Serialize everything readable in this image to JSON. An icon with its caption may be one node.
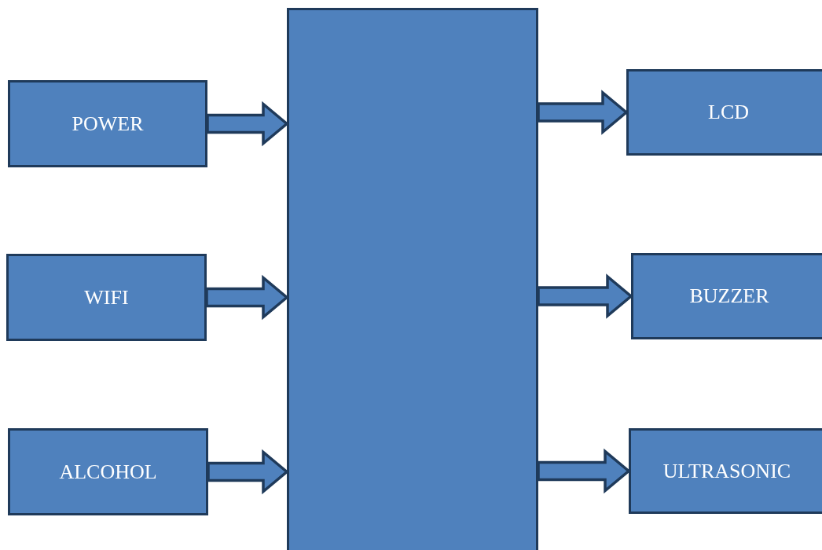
{
  "diagram": {
    "nodes": [
      {
        "text": [
          "POWER"
        ]
      },
      {
        "text": [
          "WIFI"
        ]
      },
      {
        "text": [
          "ALCOHOL"
        ]
      },
      {
        "text": [],
        "shape": "box"
      },
      {
        "text": [
          "LCD"
        ]
      },
      {
        "text": [
          "BUZZER"
        ]
      },
      {
        "text": [
          "ULTRASONIC"
        ]
      }
    ],
    "edges": [
      {
        "from": 0,
        "to": 3,
        "arrow": "to"
      },
      {
        "from": 1,
        "to": 3,
        "arrow": "to"
      },
      {
        "from": 2,
        "to": 3,
        "arrow": "to"
      },
      {
        "from": 3,
        "to": 4,
        "arrow": "to"
      },
      {
        "from": 3,
        "to": 5,
        "arrow": "to"
      },
      {
        "from": 3,
        "to": 6,
        "arrow": "to"
      }
    ]
  }
}
